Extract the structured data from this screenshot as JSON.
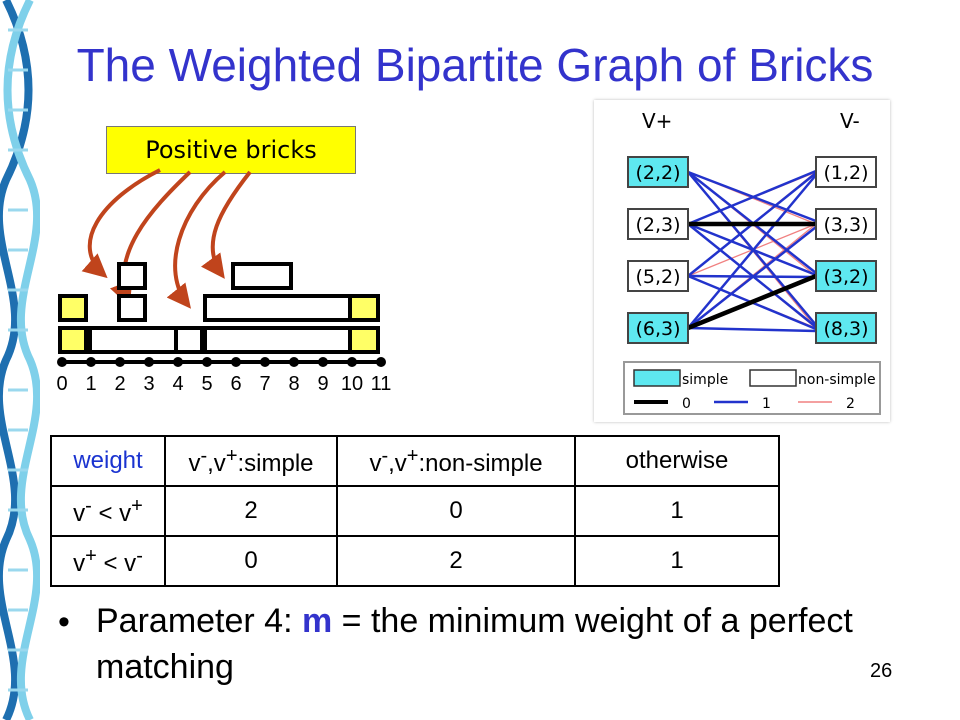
{
  "slide": {
    "title": "The Weighted Bipartite Graph of Bricks",
    "positive_label": "Positive bricks",
    "ticks": [
      "0",
      "1",
      "2",
      "3",
      "4",
      "5",
      "6",
      "7",
      "8",
      "9",
      "10",
      "11"
    ],
    "page_number": "26"
  },
  "bipartite": {
    "left_header": "V+",
    "right_header": "V-",
    "left": [
      "(2,2)",
      "(2,3)",
      "(5,2)",
      "(6,3)"
    ],
    "right": [
      "(1,2)",
      "(3,3)",
      "(3,2)",
      "(8,3)"
    ],
    "left_simple": [
      true,
      false,
      false,
      true
    ],
    "right_simple": [
      false,
      false,
      true,
      true
    ],
    "legend": {
      "simple": "simple",
      "non_simple": "non-simple",
      "w0": "0",
      "w1": "1",
      "w2": "2"
    },
    "colors": {
      "simple": "#5ee8f0",
      "w0": "#000000",
      "w1": "#2233cc",
      "w2": "#f08080"
    }
  },
  "table": {
    "header": [
      "weight",
      "v-,v+:simple",
      "v-,v+:non-simple",
      "otherwise"
    ],
    "rows": [
      {
        "label": "v- < v+",
        "values": [
          "2",
          "0",
          "1"
        ]
      },
      {
        "label": "v+ < v-",
        "values": [
          "0",
          "2",
          "1"
        ]
      }
    ]
  },
  "bullet": {
    "pre": "Parameter 4: ",
    "bold": "m",
    "post": " = the minimum weight of a perfect matching"
  }
}
